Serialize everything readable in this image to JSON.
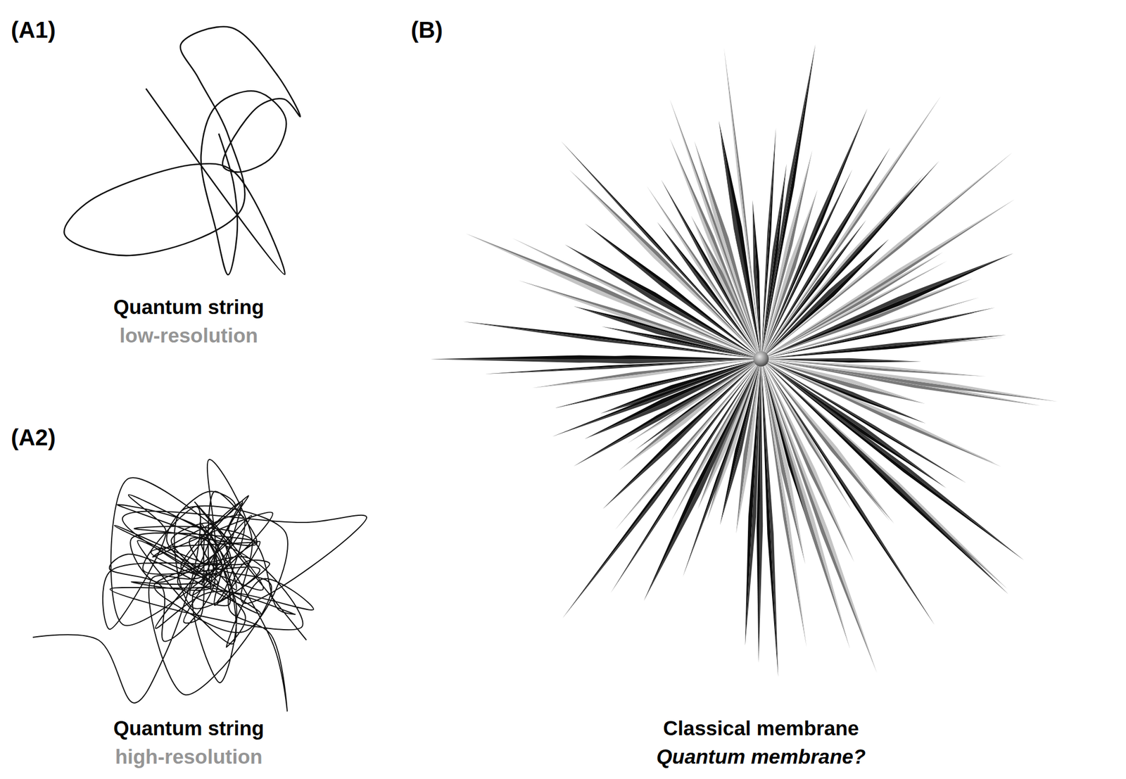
{
  "diagram": {
    "labels": [
      "(A1)",
      "Quantum string",
      "low-resolution",
      "(A2)",
      "Quantum string",
      "high-resolution",
      "(B)",
      "Classical membrane",
      "Quantum membrane?"
    ]
  }
}
